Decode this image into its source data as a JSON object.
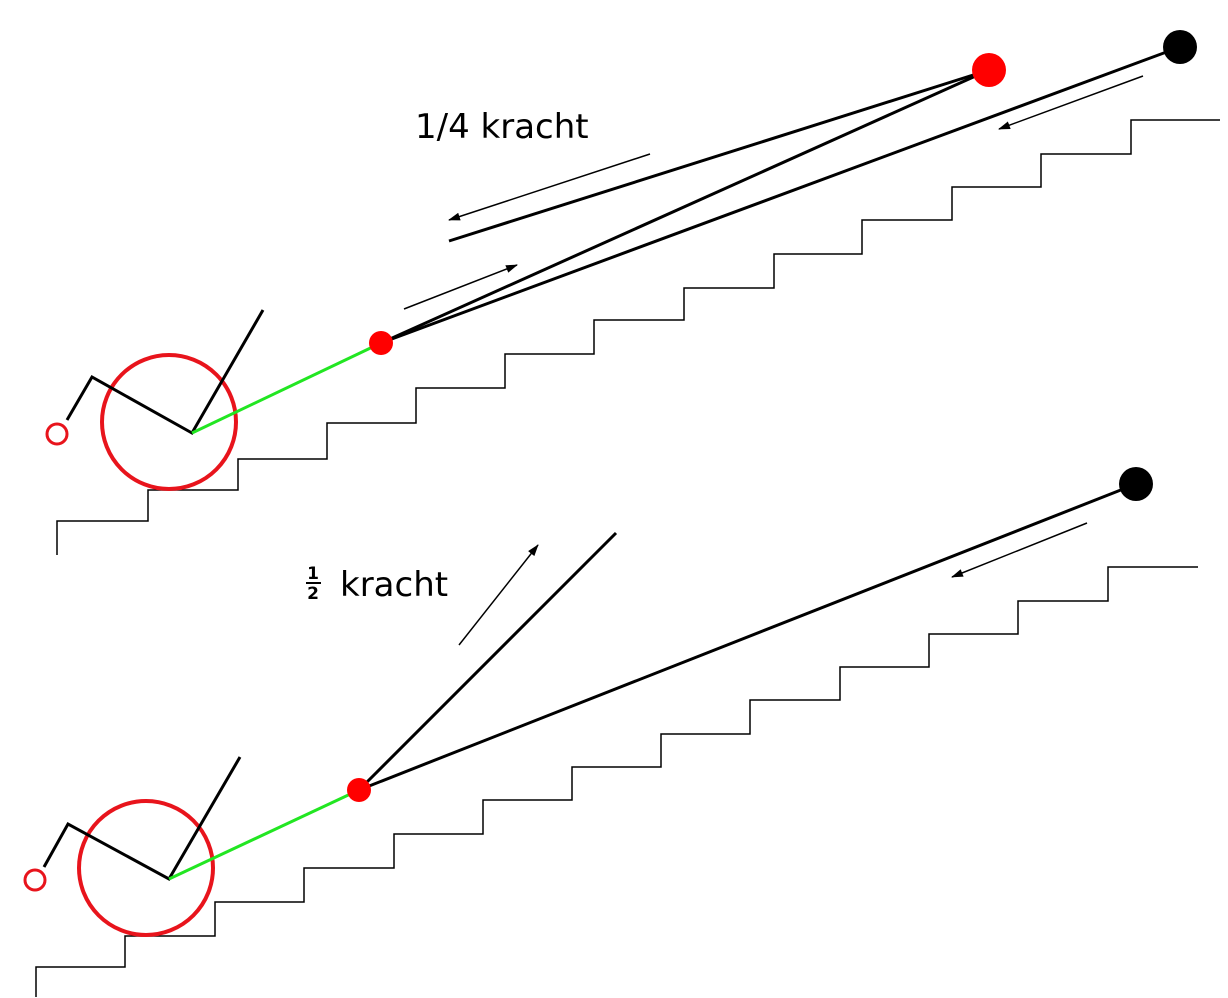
{
  "labels": {
    "top_text": "1/4 kracht",
    "bottom_fraction_numerator": "1",
    "bottom_fraction_denominator": "2",
    "bottom_text": "kracht"
  },
  "colors": {
    "stroke": "#000000",
    "wheel": "#e8141c",
    "arm": "#22e622",
    "node": "#ff0000",
    "anchor": "#000000"
  }
}
